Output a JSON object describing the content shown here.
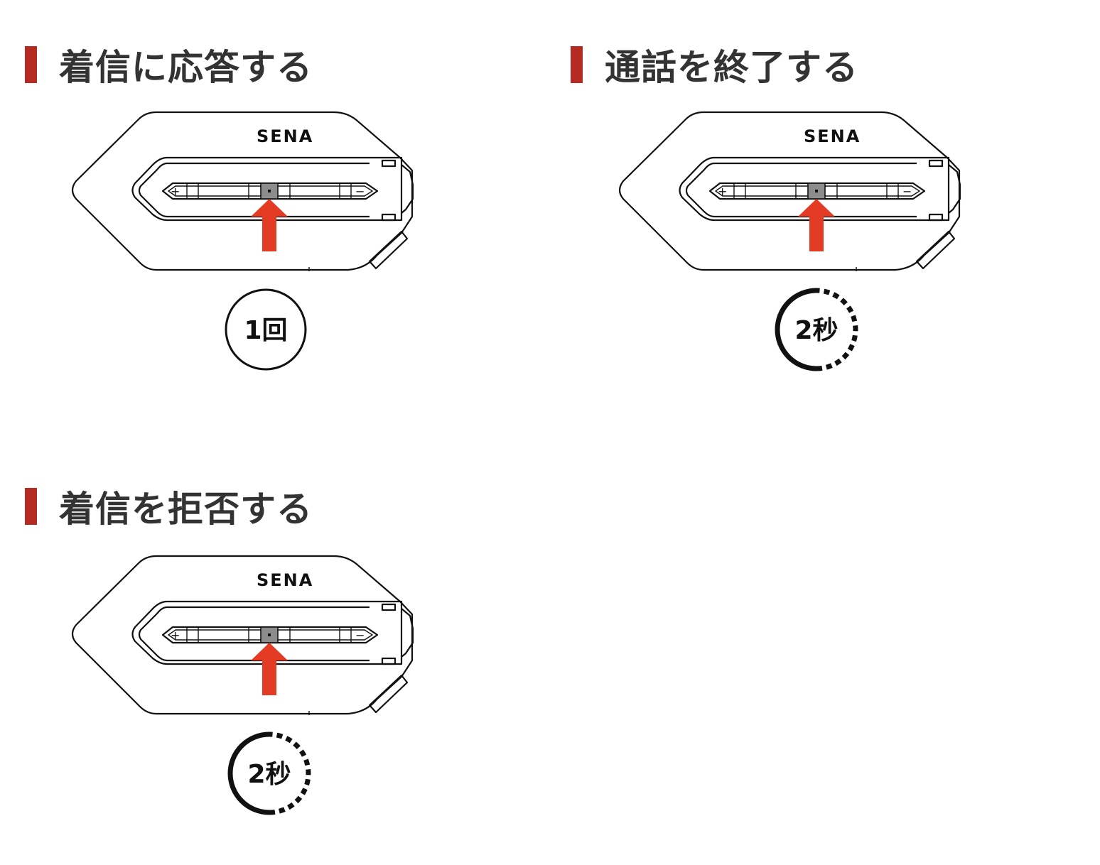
{
  "colors": {
    "accent_bar": "#b52a23",
    "arrow": "#e33b24",
    "heading_text": "#333333",
    "button_center": "#8c8c8c"
  },
  "device": {
    "brand": "SENA",
    "plus_label": "+",
    "minus_label": "−"
  },
  "sections": [
    {
      "id": "answer",
      "title": "着信に応答する",
      "press_label": "1回",
      "press_style": "single-tap",
      "press_icon": "circle-icon"
    },
    {
      "id": "end",
      "title": "通話を終了する",
      "press_label": "2秒",
      "press_style": "hold",
      "press_icon": "hold-timer-icon"
    },
    {
      "id": "reject",
      "title": "着信を拒否する",
      "press_label": "2秒",
      "press_style": "hold",
      "press_icon": "hold-timer-icon"
    }
  ]
}
